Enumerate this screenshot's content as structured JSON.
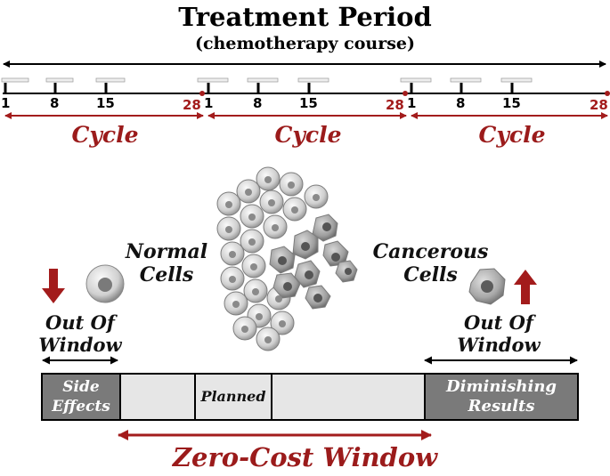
{
  "header": {
    "title": "Treatment Period",
    "subtitle": "(chemotherapy course)"
  },
  "timeline": {
    "cycles": [
      {
        "label": "Cycle",
        "day_start": "1",
        "day_8": "8",
        "day_15": "15",
        "day_end": "28"
      },
      {
        "label": "Cycle",
        "day_start": "1",
        "day_8": "8",
        "day_15": "15",
        "day_end": "28"
      },
      {
        "label": "Cycle",
        "day_start": "1",
        "day_8": "8",
        "day_15": "15",
        "day_end": "28"
      }
    ]
  },
  "cells": {
    "normal_label": "Normal Cells",
    "cancer_label": "Cancerous Cells",
    "left_window": "Out Of Window",
    "right_window": "Out Of Window"
  },
  "bar": {
    "side_effects": "Side Effects",
    "planned": "Planned",
    "diminishing": "Diminishing Results"
  },
  "zero_cost": "Zero-Cost Window",
  "colors": {
    "accent_red": "#9b1b1b",
    "segment_dark": "#7a7a7a",
    "segment_light": "#e6e6e6"
  },
  "icons": {
    "left_arrow": "down-arrow-icon",
    "right_arrow": "up-arrow-icon"
  }
}
